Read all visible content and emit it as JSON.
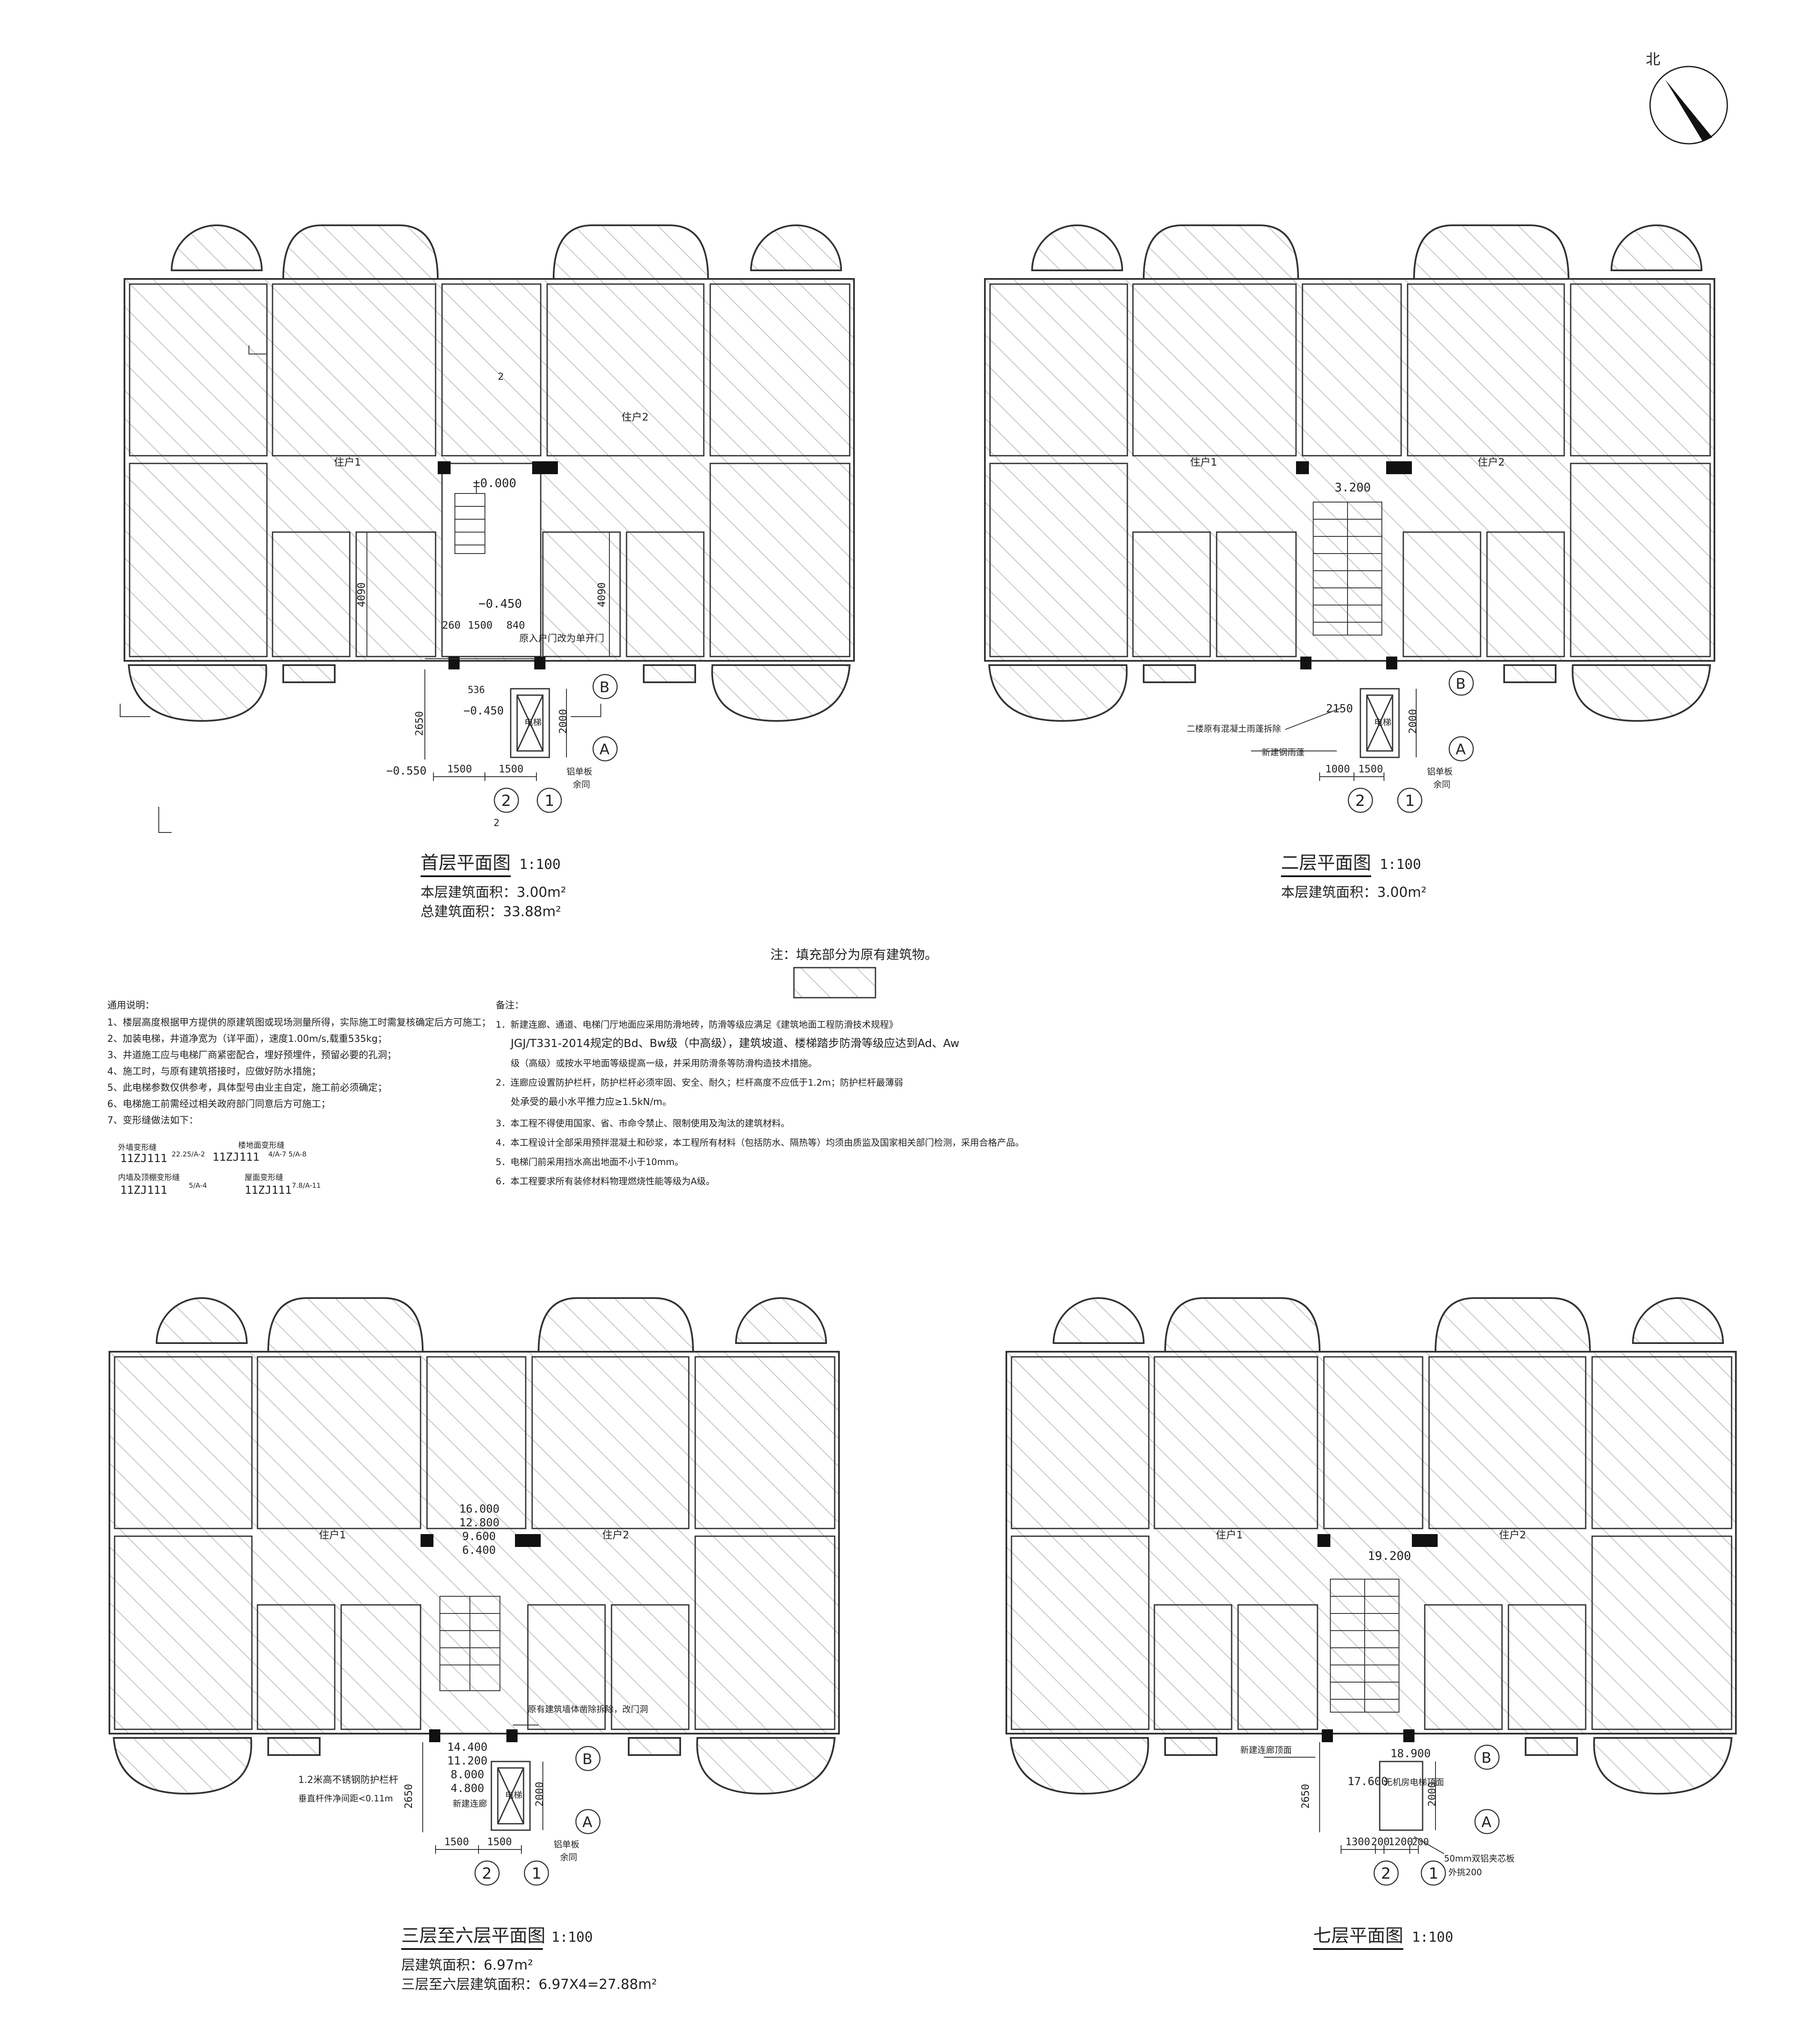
{
  "north": {
    "label": "北"
  },
  "legend": {
    "note": "注：填充部分为原有建筑物。"
  },
  "plans": [
    {
      "id": "p1",
      "title": "首层平面图",
      "scale": "1:100",
      "area_lines": [
        "本层建筑面积：3.00m²",
        "总建筑面积：33.88m²"
      ],
      "unit_left": "住户1",
      "unit_right": "住户2",
      "level_main": "±0.000",
      "level_2": "−0.450",
      "level_3": "−0.450",
      "level_4": "−0.550",
      "note_door": "原入户门改为单开门",
      "dim_a": "260",
      "dim_b": "1500",
      "dim_c": "840",
      "dim_d": "536",
      "dim_h1": "4090",
      "dim_h2": "4090",
      "dim_2650": "2650",
      "dim_2000": "2000",
      "dim_1500a": "1500",
      "dim_1500b": "1500",
      "elevator": "电梯",
      "plate": "铝单板",
      "plate2": "余同",
      "axis_2": "2",
      "axis_1": "1",
      "axis_A": "A",
      "axis_B": "B",
      "sec_mark": "2"
    },
    {
      "id": "p2",
      "title": "二层平面图",
      "scale": "1:100",
      "area_lines": [
        "本层建筑面积：3.00m²"
      ],
      "unit_left": "住户1",
      "unit_right": "住户2",
      "level_main": "3.200",
      "dim_2150": "2150",
      "note_a": "二楼原有混凝土雨蓬拆除",
      "note_b": "新建钢雨蓬",
      "dim_1000": "1000",
      "dim_1500": "1500",
      "dim_2000": "2000",
      "elevator": "电梯",
      "plate": "铝单板",
      "plate2": "余同",
      "axis_2": "2",
      "axis_1": "1",
      "axis_A": "A",
      "axis_B": "B"
    },
    {
      "id": "p3",
      "title": "三层至六层平面图",
      "scale": "1:100",
      "area_lines": [
        "层建筑面积：6.97m²",
        "三层至六层建筑面积：6.97X4=27.88m²"
      ],
      "unit_left": "住户1",
      "unit_right": "住户2",
      "levels": [
        "16.000",
        "12.800",
        "9.600",
        "6.400"
      ],
      "levels_low": [
        "14.400",
        "11.200",
        "8.000",
        "4.800"
      ],
      "note_wall": "原有建筑墙体凿除拆除，改门洞",
      "note_rail_a": "1.2米高不锈钢防护栏杆",
      "note_rail_b": "垂直杆件净间距<0.11m",
      "note_new": "新建连廊",
      "dim_2650": "2650",
      "dim_2000": "2000",
      "dim_1500a": "1500",
      "dim_1500b": "1500",
      "elevator": "电梯",
      "plate": "铝单板",
      "plate2": "余同",
      "axis_2": "2",
      "axis_1": "1",
      "axis_A": "A",
      "axis_B": "B"
    },
    {
      "id": "p4",
      "title": "七层平面图",
      "scale": "1:100",
      "area_lines": [],
      "unit_left": "住户1",
      "unit_right": "住户2",
      "level_main": "19.200",
      "level_b": "18.900",
      "level_c": "17.600",
      "note_roof": "新建连廊顶面",
      "note_lift": "无机房电梯顶面",
      "note_panel": "50mm双铝夹芯板",
      "note_parapet": "外挑200",
      "dim_2650": "2650",
      "dim_2000": "2000",
      "dim_1300": "1300",
      "dim_200a": "200",
      "dim_1200": "1200",
      "dim_200b": "200",
      "axis_2": "2",
      "axis_1": "1",
      "axis_A": "A",
      "axis_B": "B"
    }
  ],
  "notes_left": {
    "heading": "通用说明：",
    "items": [
      "1、楼层高度根据甲方提供的原建筑图或现场测量所得，实际施工时需复核确定后方可施工；",
      "2、加装电梯，井道净宽为（详平面），速度1.00m/s,载重535kg；",
      "3、井道施工应与电梯厂商紧密配合，埋好预埋件，预留必要的孔洞；",
      "4、施工时，与原有建筑搭接时，应做好防水措施；",
      "5、此电梯参数仅供参考，具体型号由业主自定，施工前必须确定；",
      "6、电梯施工前需经过相关政府部门同意后方可施工；",
      "7、变形缝做法如下："
    ],
    "joints": [
      {
        "label": "外墙变形缝",
        "code": "11ZJ111",
        "ref": "22.25/A-2"
      },
      {
        "label": "楼地面变形缝",
        "code": "11ZJ111",
        "ref": "4/A-7  5/A-8"
      },
      {
        "label": "内墙及顶棚变形缝",
        "code": "11ZJ111",
        "ref": "5/A-4"
      },
      {
        "label": "屋面变形缝",
        "code": "11ZJ111",
        "ref": "7.8/A-11"
      }
    ]
  },
  "notes_right": {
    "heading": "备注：",
    "items": [
      "1．新建连廊、通道、电梯门厅地面应采用防滑地砖，防滑等级应满足《建筑地面工程防滑技术规程》",
      "JGJ/T331-2014规定的Bd、Bw级（中高级），建筑坡道、楼梯踏步防滑等级应达到Ad、Aw",
      "级（高级）或按水平地面等级提高一级，并采用防滑条等防滑构造技术措施。",
      "2．连廊应设置防护栏杆，防护栏杆必须牢固、安全、耐久；栏杆高度不应低于1.2m；防护栏杆最薄弱",
      "处承受的最小水平推力应≥1.5kN/m。",
      "3．本工程不得使用国家、省、市命令禁止、限制使用及淘汰的建筑材料。",
      "4．本工程设计全部采用预拌混凝土和砂浆，本工程所有材料（包括防水、隔热等）均须由质监及国家相关部门检测，采用合格产品。",
      "5．电梯门前采用挡水高出地面不小于10mm。",
      "6．本工程要求所有装修材料物理燃烧性能等级为A级。"
    ]
  }
}
